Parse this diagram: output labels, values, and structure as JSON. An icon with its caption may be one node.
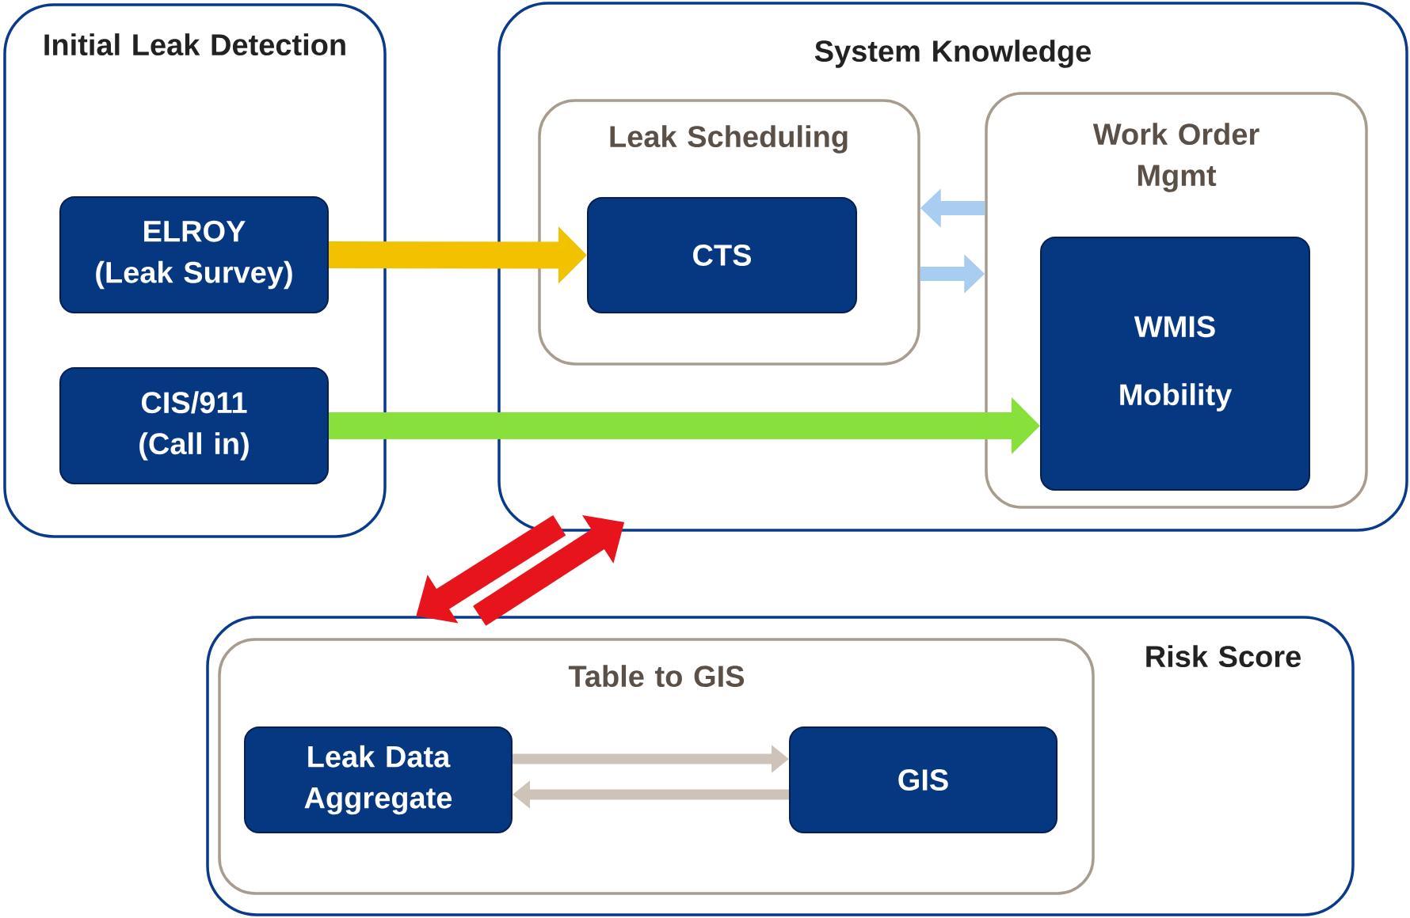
{
  "diagram": {
    "nodes": [
      {
        "text": [
          "Initial Leak Detection"
        ]
      },
      {
        "text": [
          "ELROY",
          "(Leak Survey)"
        ],
        "in": 0
      },
      {
        "text": [
          "CIS/911",
          "(Call in)"
        ],
        "in": 0
      },
      {
        "text": [
          "System Knowledge"
        ]
      },
      {
        "text": [
          "Leak Scheduling"
        ],
        "in": 3
      },
      {
        "text": [
          "CTS"
        ],
        "in": 4
      },
      {
        "text": [
          "Work Order Mgmt"
        ],
        "in": 3
      },
      {
        "text": [
          "WMIS",
          "Mobility"
        ],
        "in": 6
      },
      {
        "text": [
          "Risk Score"
        ]
      },
      {
        "text": [
          "Table to GIS"
        ],
        "in": 8
      },
      {
        "text": [
          "Leak Data Aggregate"
        ],
        "in": 9
      },
      {
        "text": [
          "GIS"
        ],
        "in": 9
      }
    ],
    "edges": [
      {
        "from": 1,
        "to": 5,
        "arrow": "to",
        "style": "thick",
        "color": "#f2c200"
      },
      {
        "from": 2,
        "to": 7,
        "arrow": "to",
        "style": "thick",
        "color": "#88e03a"
      },
      {
        "from": 6,
        "to": 4,
        "arrow": "to",
        "color": "#a9cdf0"
      },
      {
        "from": 4,
        "to": 6,
        "arrow": "to",
        "color": "#a9cdf0"
      },
      {
        "from": 3,
        "to": 8,
        "arrow": "to",
        "color": "#e8141c"
      },
      {
        "from": 8,
        "to": 3,
        "arrow": "to",
        "color": "#e8141c"
      },
      {
        "from": 10,
        "to": 11,
        "arrow": "to",
        "color": "#cdc3b8"
      },
      {
        "from": 11,
        "to": 10,
        "arrow": "to",
        "color": "#cdc3b8"
      }
    ]
  }
}
